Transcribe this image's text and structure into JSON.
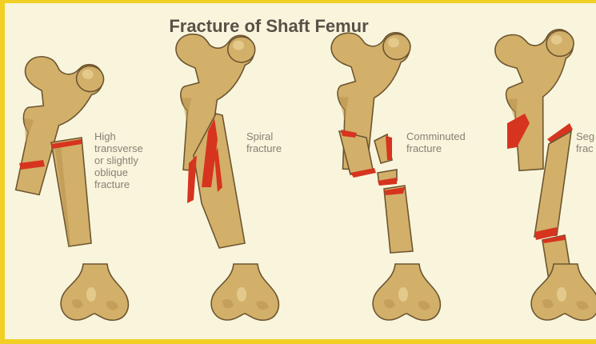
{
  "title": "Fracture of Shaft Femur",
  "fractures": [
    {
      "label": "High\ntransverse\nor slightly\noblique\nfracture"
    },
    {
      "label": "Spiral\nfracture"
    },
    {
      "label": "Comminuted\nfracture"
    },
    {
      "label": "Seg\nfrac"
    }
  ],
  "colors": {
    "border": "#f2cf24",
    "background": "#f8f5dc",
    "bone": "#d2b06a",
    "fracture_line": "#d7341f"
  }
}
